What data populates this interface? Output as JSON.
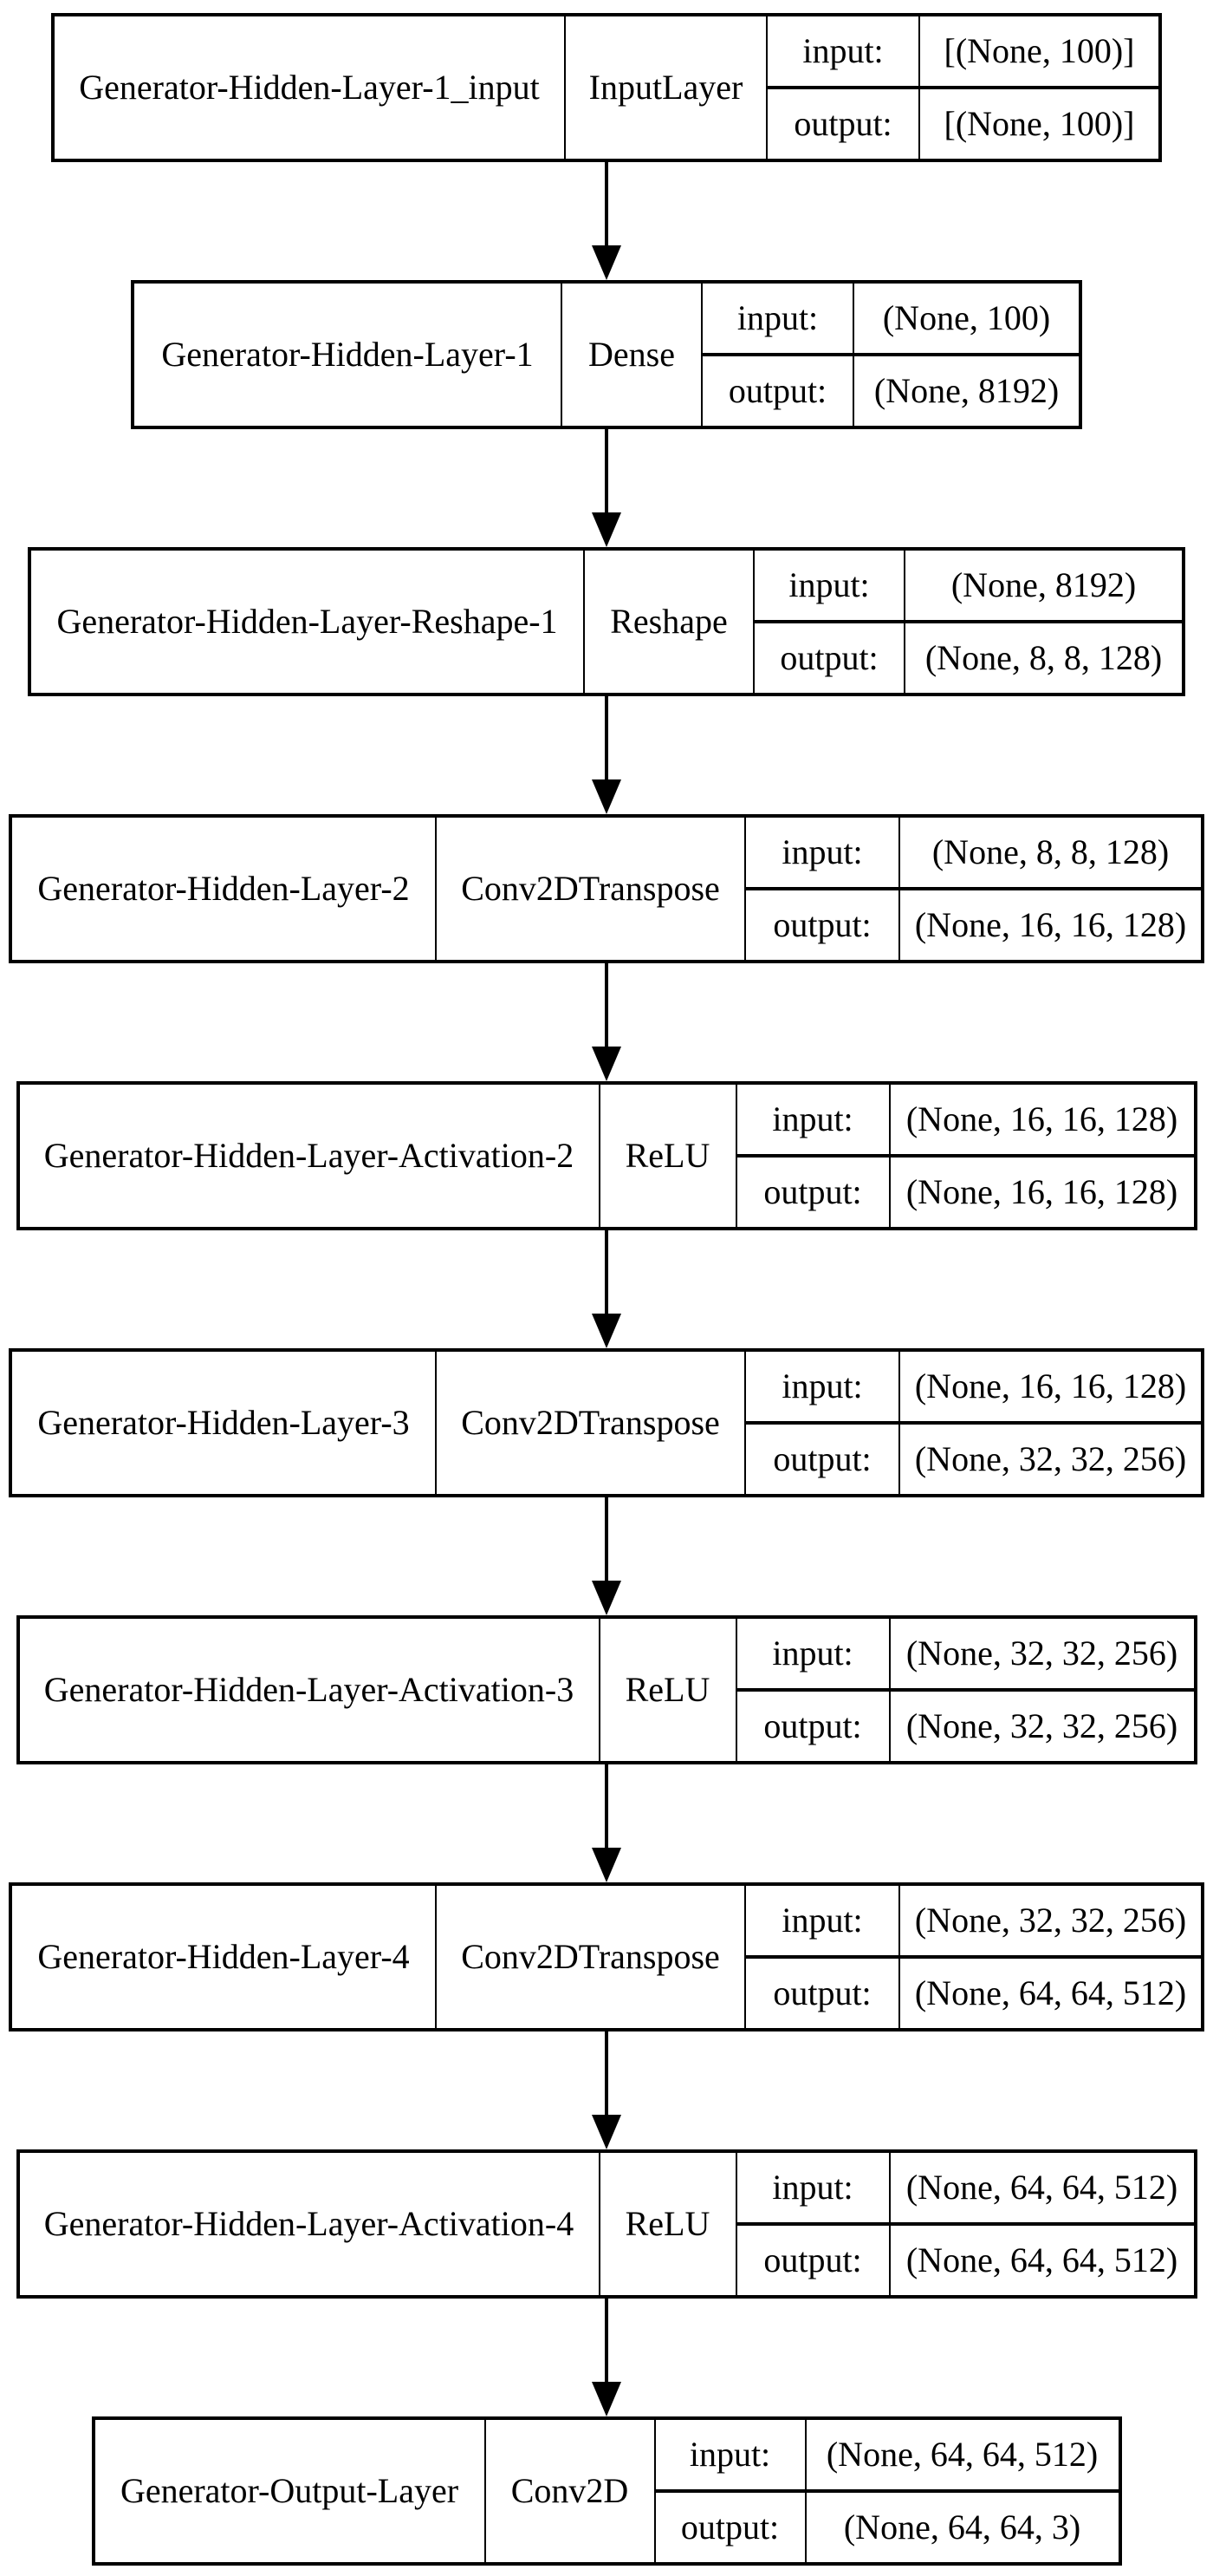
{
  "diagram": {
    "kind": "keras-model-plot",
    "model": "Generator",
    "colors": {
      "border": "#000000",
      "background": "#ffffff",
      "text": "#000000"
    },
    "io_labels": {
      "input": "input:",
      "output": "output:"
    },
    "nodes": [
      {
        "name": "Generator-Hidden-Layer-1_input",
        "layer_type": "InputLayer",
        "input_shape": "[(None, 100)]",
        "output_shape": "[(None, 100)]"
      },
      {
        "name": "Generator-Hidden-Layer-1",
        "layer_type": "Dense",
        "input_shape": "(None, 100)",
        "output_shape": "(None, 8192)"
      },
      {
        "name": "Generator-Hidden-Layer-Reshape-1",
        "layer_type": "Reshape",
        "input_shape": "(None, 8192)",
        "output_shape": "(None, 8, 8, 128)"
      },
      {
        "name": "Generator-Hidden-Layer-2",
        "layer_type": "Conv2DTranspose",
        "input_shape": "(None, 8, 8, 128)",
        "output_shape": "(None, 16, 16, 128)"
      },
      {
        "name": "Generator-Hidden-Layer-Activation-2",
        "layer_type": "ReLU",
        "input_shape": "(None, 16, 16, 128)",
        "output_shape": "(None, 16, 16, 128)"
      },
      {
        "name": "Generator-Hidden-Layer-3",
        "layer_type": "Conv2DTranspose",
        "input_shape": "(None, 16, 16, 128)",
        "output_shape": "(None, 32, 32, 256)"
      },
      {
        "name": "Generator-Hidden-Layer-Activation-3",
        "layer_type": "ReLU",
        "input_shape": "(None, 32, 32, 256)",
        "output_shape": "(None, 32, 32, 256)"
      },
      {
        "name": "Generator-Hidden-Layer-4",
        "layer_type": "Conv2DTranspose",
        "input_shape": "(None, 32, 32, 256)",
        "output_shape": "(None, 64, 64, 512)"
      },
      {
        "name": "Generator-Hidden-Layer-Activation-4",
        "layer_type": "ReLU",
        "input_shape": "(None, 64, 64, 512)",
        "output_shape": "(None, 64, 64, 512)"
      },
      {
        "name": "Generator-Output-Layer",
        "layer_type": "Conv2D",
        "input_shape": "(None, 64, 64, 512)",
        "output_shape": "(None, 64, 64, 3)"
      }
    ]
  }
}
